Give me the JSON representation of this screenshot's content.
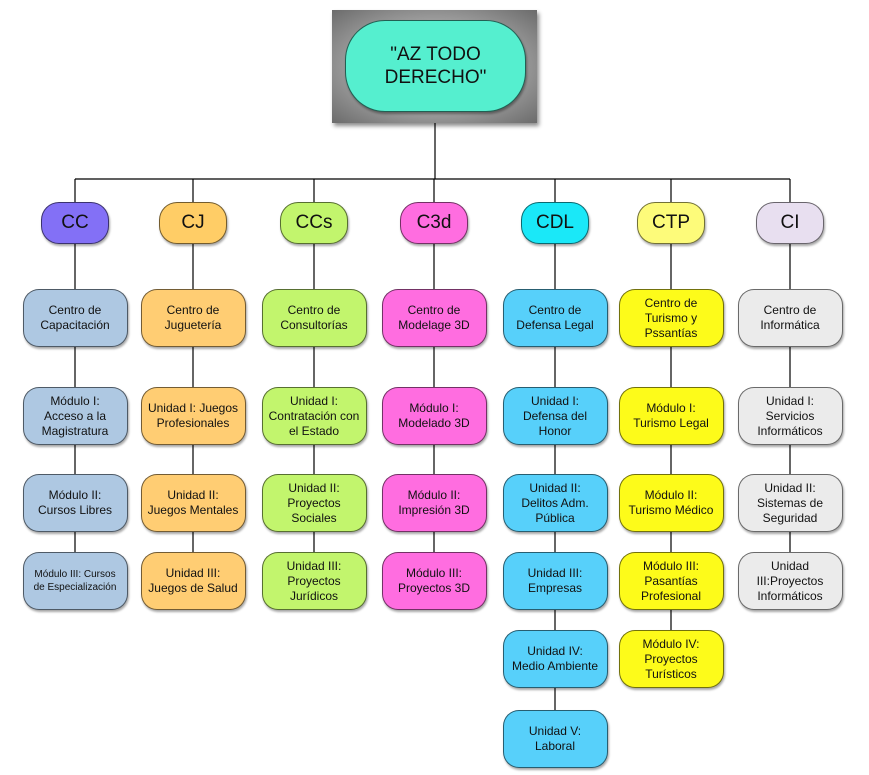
{
  "root": {
    "title": "\"AZ TODO DERECHO\"",
    "color": "#55efcf"
  },
  "columns": [
    {
      "abbr": "CC",
      "abbr_color": "#8370f6",
      "color": "#aec8e2",
      "nodes": [
        "Centro de Capacitación",
        "Módulo I: Acceso a la Magistratura",
        "Módulo II: Cursos Libres",
        "Módulo III: Cursos de Especialización"
      ]
    },
    {
      "abbr": "CJ",
      "abbr_color": "#ffcd66",
      "color": "#ffcd73",
      "nodes": [
        "Centro de Juguetería",
        "Unidad I: Juegos Profesionales",
        "Unidad II: Juegos Mentales",
        "Unidad III: Juegos de Salud"
      ]
    },
    {
      "abbr": "CCs",
      "abbr_color": "#c2f56d",
      "color": "#c2f56d",
      "nodes": [
        "Centro de Consultorías",
        "Unidad I: Contratación con el Estado",
        "Unidad II: Proyectos Sociales",
        "Unidad III: Proyectos Jurídicos"
      ]
    },
    {
      "abbr": "C3d",
      "abbr_color": "#ff6de0",
      "color": "#ff6de0",
      "nodes": [
        "Centro de Modelage 3D",
        "Módulo I: Modelado 3D",
        "Módulo II: Impresión 3D",
        "Módulo III: Proyectos 3D"
      ]
    },
    {
      "abbr": "CDL",
      "abbr_color": "#1ae8f8",
      "color": "#57d0fa",
      "nodes": [
        "Centro de Defensa Legal",
        "Unidad I: Defensa del Honor",
        "Unidad II: Delitos Adm. Pública",
        "Unidad III: Empresas",
        "Unidad IV: Medio Ambiente",
        "Unidad V: Laboral"
      ]
    },
    {
      "abbr": "CTP",
      "abbr_color": "#fdfb7a",
      "color": "#fdfb1a",
      "nodes": [
        "Centro de Turismo y Pssantías",
        "Módulo I: Turismo Legal",
        "Módulo II: Turismo Médico",
        "Módulo III: Pasantías Profesional",
        "Módulo IV: Proyectos Turísticos"
      ]
    },
    {
      "abbr": "CI",
      "abbr_color": "#e8dff0",
      "color": "#ebebeb",
      "nodes": [
        "Centro de Informática",
        "Unidad I: Servicios Informáticos",
        "Unidad II: Sistemas de Seguridad",
        "Unidad III:Proyectos Informáticos"
      ]
    }
  ]
}
